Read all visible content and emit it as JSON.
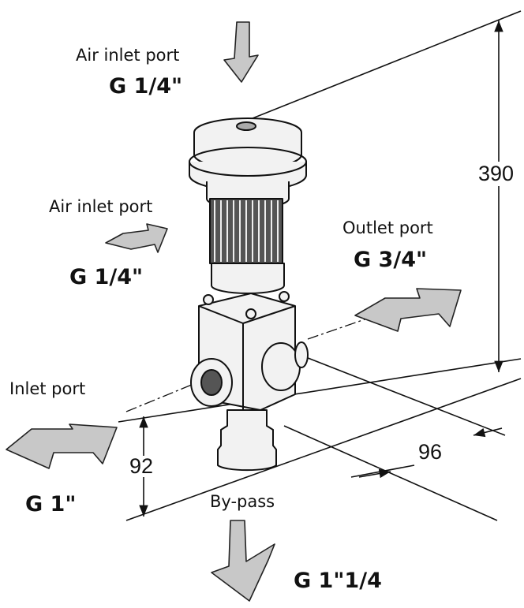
{
  "ports": {
    "air_inlet_top": {
      "label": "Air inlet port",
      "size": "G 1/4\""
    },
    "air_inlet_side": {
      "label": "Air inlet port",
      "size": "G 1/4\""
    },
    "outlet": {
      "label": "Outlet port",
      "size": "G 3/4\""
    },
    "inlet": {
      "label": "Inlet port",
      "size": "G 1\""
    },
    "bypass": {
      "label": "By-pass",
      "size": "G 1\"1/4"
    }
  },
  "dimensions": {
    "height": "390",
    "depth": "96",
    "inlet_height": "92"
  },
  "colors": {
    "arrow_fill": "#c8c8c8",
    "line": "#111111",
    "body_fill": "#f2f2f2"
  }
}
